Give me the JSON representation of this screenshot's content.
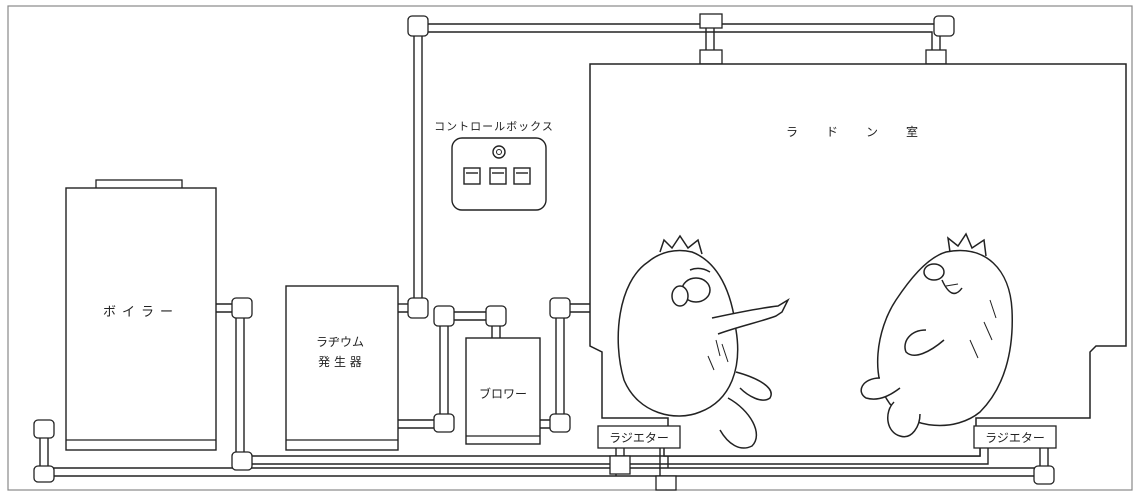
{
  "labels": {
    "boiler": "ボイラー",
    "radium_gen": "ラヂウム",
    "radium_gen_2": "発 生 器",
    "blower": "ブロワー",
    "control_box": "コントロールボックス",
    "radon_room": "ラ　ド　ン　室",
    "radiator_left": "ラジエター",
    "radiator_right": "ラジエター"
  },
  "icons": [
    "pipe-network",
    "figure-pointing",
    "figure-laughing",
    "dial-icon",
    "gauge-icon"
  ]
}
